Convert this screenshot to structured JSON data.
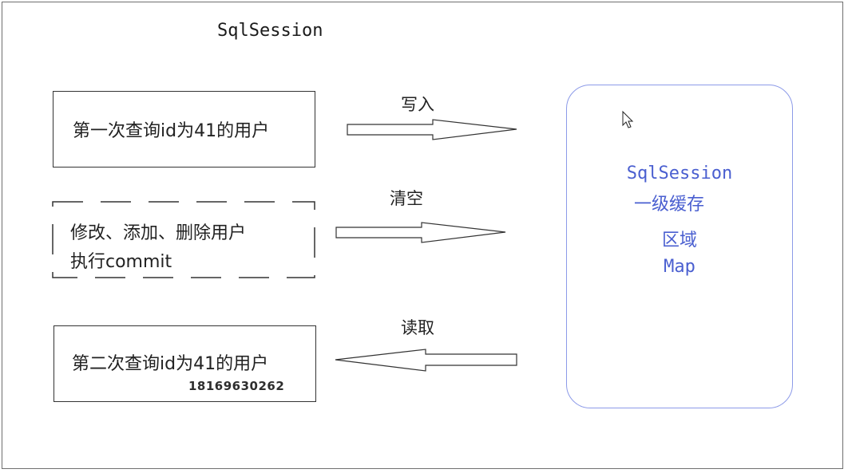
{
  "title": "SqlSession",
  "steps": [
    {
      "text": "第一次查询id为41的用户"
    },
    {
      "line1": "修改、添加、删除用户",
      "line2": "执行commit"
    },
    {
      "text": "第二次查询id为41的用户"
    }
  ],
  "arrows": [
    {
      "label": "写入"
    },
    {
      "label": "清空"
    },
    {
      "label": "读取"
    }
  ],
  "cache": {
    "line1": "SqlSession",
    "line2": "一级缓存",
    "line3": "区域",
    "line4": "Map"
  },
  "watermark": "18169630262",
  "colors": {
    "cache_border": "#8c9ae8",
    "cache_text": "#4a5fd0"
  },
  "cursor_icon": "mouse-pointer-icon"
}
